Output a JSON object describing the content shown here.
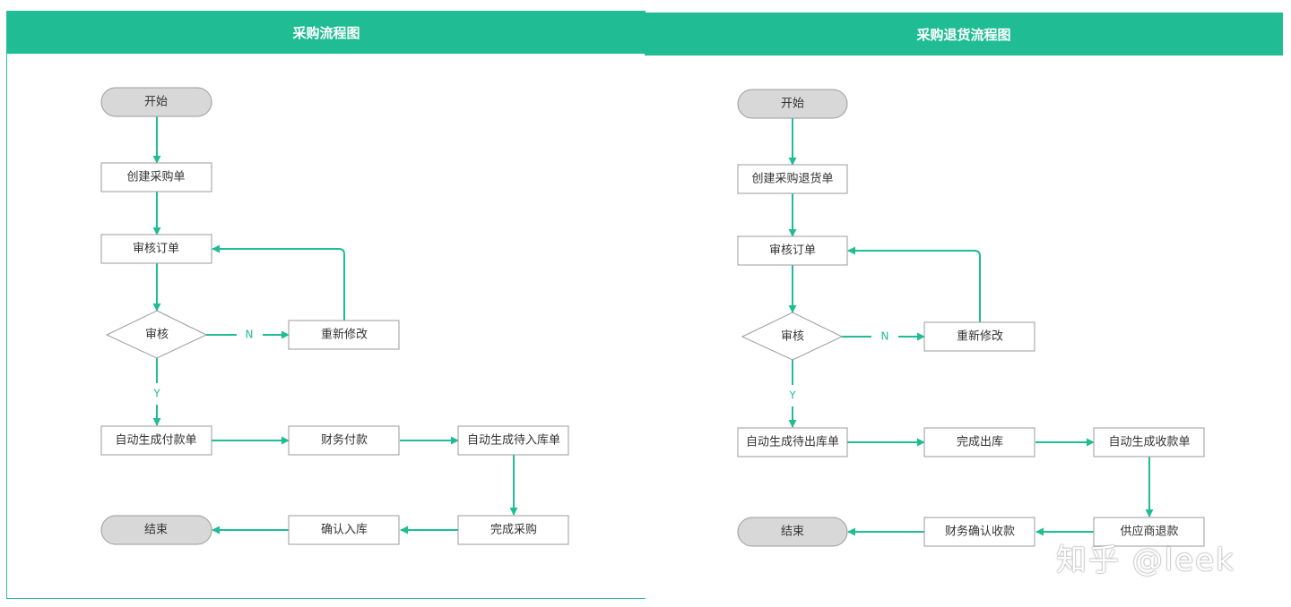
{
  "left": {
    "title": "采购流程图",
    "start": "开始",
    "create": "创建采购单",
    "audit_order": "审核订单",
    "decision": "审核",
    "no": "N",
    "yes": "Y",
    "revise": "重新修改",
    "gen_payment": "自动生成付款单",
    "finance_pay": "财务付款",
    "gen_inbound": "自动生成待入库单",
    "complete": "完成采购",
    "confirm": "确认入库",
    "end": "结束"
  },
  "right": {
    "title": "采购退货流程图",
    "start": "开始",
    "create": "创建采购退货单",
    "audit_order": "审核订单",
    "decision": "审核",
    "no": "N",
    "yes": "Y",
    "revise": "重新修改",
    "gen_outbound": "自动生成待出库单",
    "complete_out": "完成出库",
    "gen_receipt": "自动生成收款单",
    "supplier_refund": "供应商退款",
    "finance_confirm": "财务确认收款",
    "end": "结束"
  },
  "watermark": "知乎 @leek",
  "colors": {
    "accent": "#20bd94",
    "terminal_fill": "#d8d8d8",
    "border": "#9b9b9b"
  }
}
